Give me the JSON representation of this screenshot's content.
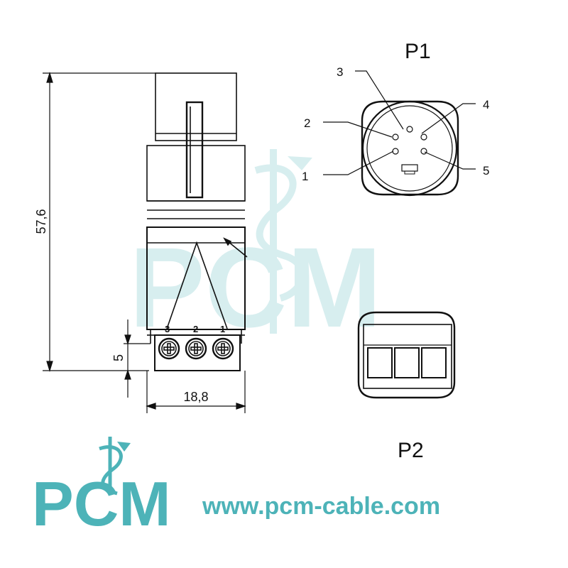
{
  "views": {
    "front_label": "P1",
    "back_label": "P2"
  },
  "dimensions": {
    "length": "57,6",
    "width": "18,8",
    "terminal_height": "5"
  },
  "pins": [
    {
      "label": "1"
    },
    {
      "label": "2"
    },
    {
      "label": "3"
    },
    {
      "label": "4"
    },
    {
      "label": "5"
    }
  ],
  "terminals": [
    {
      "label": "3"
    },
    {
      "label": "2"
    },
    {
      "label": "1"
    }
  ],
  "brand": {
    "logo": "PCM",
    "website": "www.pcm-cable.com",
    "color": "#4db3b8"
  }
}
